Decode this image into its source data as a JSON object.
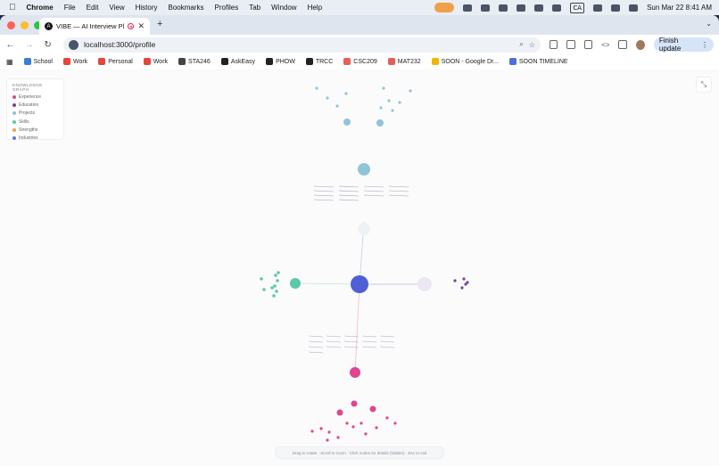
{
  "menubar": {
    "apple": "",
    "app": "Chrome",
    "items": [
      "File",
      "Edit",
      "View",
      "History",
      "Bookmarks",
      "Profiles",
      "Tab",
      "Window",
      "Help"
    ],
    "status_badge": "CA",
    "datetime": "Sun Mar 22  8:41 AM"
  },
  "tab": {
    "favicon": "A",
    "title": "VIBE — AI Interview Platfo"
  },
  "toolbar": {
    "url": "localhost:3000/profile",
    "finish_update": "Finish update"
  },
  "bookmarks": [
    {
      "label": "School",
      "icon": "school-icon",
      "color": "#3b7dd8"
    },
    {
      "label": "Work",
      "icon": "gmail-icon",
      "color": "#e4473a"
    },
    {
      "label": "Personal",
      "icon": "gmail-icon",
      "color": "#e4473a"
    },
    {
      "label": "Work",
      "icon": "gmail-icon",
      "color": "#e4473a"
    },
    {
      "label": "STA246",
      "icon": "globe-icon",
      "color": "#444444"
    },
    {
      "label": "AskEasy",
      "icon": "github-icon",
      "color": "#222222"
    },
    {
      "label": "PHOW",
      "icon": "github-icon",
      "color": "#222222"
    },
    {
      "label": "TRCC",
      "icon": "github-icon",
      "color": "#222222"
    },
    {
      "label": "CSC209",
      "icon": "ring-icon",
      "color": "#e85d5d"
    },
    {
      "label": "MAT232",
      "icon": "ring-icon",
      "color": "#e85d5d"
    },
    {
      "label": "SOON - Google Dr...",
      "icon": "drive-icon",
      "color": "#f4b400"
    },
    {
      "label": "SOON TIMELINE",
      "icon": "doc-icon",
      "color": "#4a6fd8"
    }
  ],
  "legend": {
    "title": "KNOWLEDGE GRAPH",
    "items": [
      {
        "label": "Experience",
        "color": "#e0458f"
      },
      {
        "label": "Education",
        "color": "#7b3fa0"
      },
      {
        "label": "Projects",
        "color": "#8fc4d9"
      },
      {
        "label": "Skills",
        "color": "#5cc9a7"
      },
      {
        "label": "Strengths",
        "color": "#f0a04b"
      },
      {
        "label": "Industries",
        "color": "#5a7bd8"
      }
    ]
  },
  "graph_colors": {
    "center": "#4f5fd8",
    "projects": "#8fc4d9",
    "skills": "#5cc9a7",
    "experience": "#e0458f",
    "education": "#7b3fa0"
  },
  "hint": "Drag to rotate · Scroll to zoom · Click nodes for details (hidden) · Esc to exit"
}
